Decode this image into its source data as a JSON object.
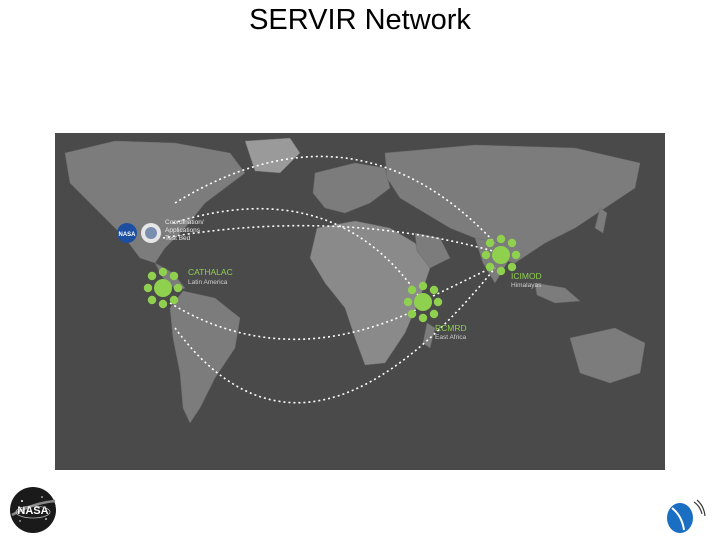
{
  "title": "SERVIR Network",
  "nodes": {
    "coordination": {
      "line1": "Coordination/",
      "line2": "Applications",
      "line3": "Test Bed"
    },
    "cathalac": {
      "name": "CATHALAC",
      "region": "Latin America"
    },
    "rcmrd": {
      "name": "RCMRD",
      "region": "East Africa"
    },
    "icimod": {
      "name": "ICIMOD",
      "region": "Himalayas"
    }
  },
  "colors": {
    "node_green": "#8fd14f",
    "map_ocean": "#4a4a4a",
    "link_dots": "#ffffff"
  },
  "icons": [
    "nasa-logo",
    "servir-logo",
    "nasa-meatball-icon",
    "servir-seal-icon"
  ]
}
